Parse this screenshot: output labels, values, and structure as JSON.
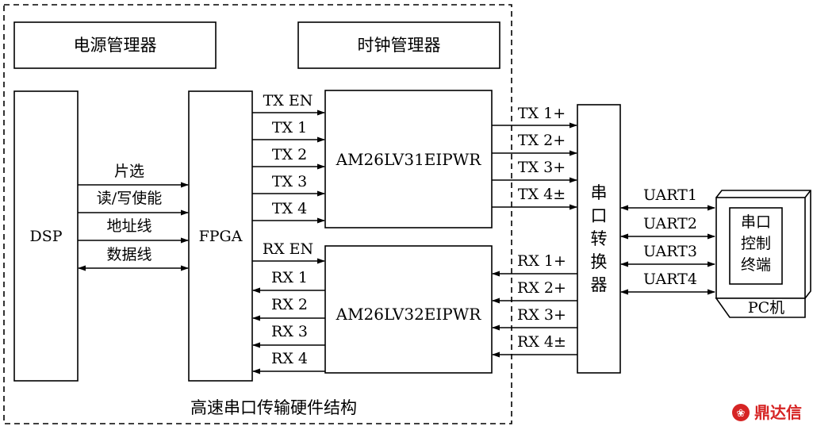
{
  "frame_title": "高速串口传输硬件结构",
  "blocks": {
    "power": "电源管理器",
    "clock": "时钟管理器",
    "dsp": "DSP",
    "fpga": "FPGA",
    "tx_chip": "AM26LV31EIPWR",
    "rx_chip": "AM26LV32EIPWR",
    "converter": [
      "串",
      "口",
      "转",
      "换",
      "器"
    ],
    "terminal": [
      "串口",
      "控制",
      "终端"
    ],
    "pc": "PC机"
  },
  "dsp_signals": [
    "片选",
    "读/写使能",
    "地址线",
    "数据线"
  ],
  "tx_signals": [
    "TX EN",
    "TX 1",
    "TX 2",
    "TX 3",
    "TX 4"
  ],
  "rx_signals": [
    "RX EN",
    "RX 1",
    "RX 2",
    "RX 3",
    "RX 4"
  ],
  "tx_diff": [
    "TX 1+",
    "TX 2+",
    "TX 3+",
    "TX 4±"
  ],
  "rx_diff": [
    "RX 1+",
    "RX 2+",
    "RX 3+",
    "RX 4±"
  ],
  "uart": [
    "UART1",
    "UART2",
    "UART3",
    "UART4"
  ],
  "watermark": "鼎达信"
}
